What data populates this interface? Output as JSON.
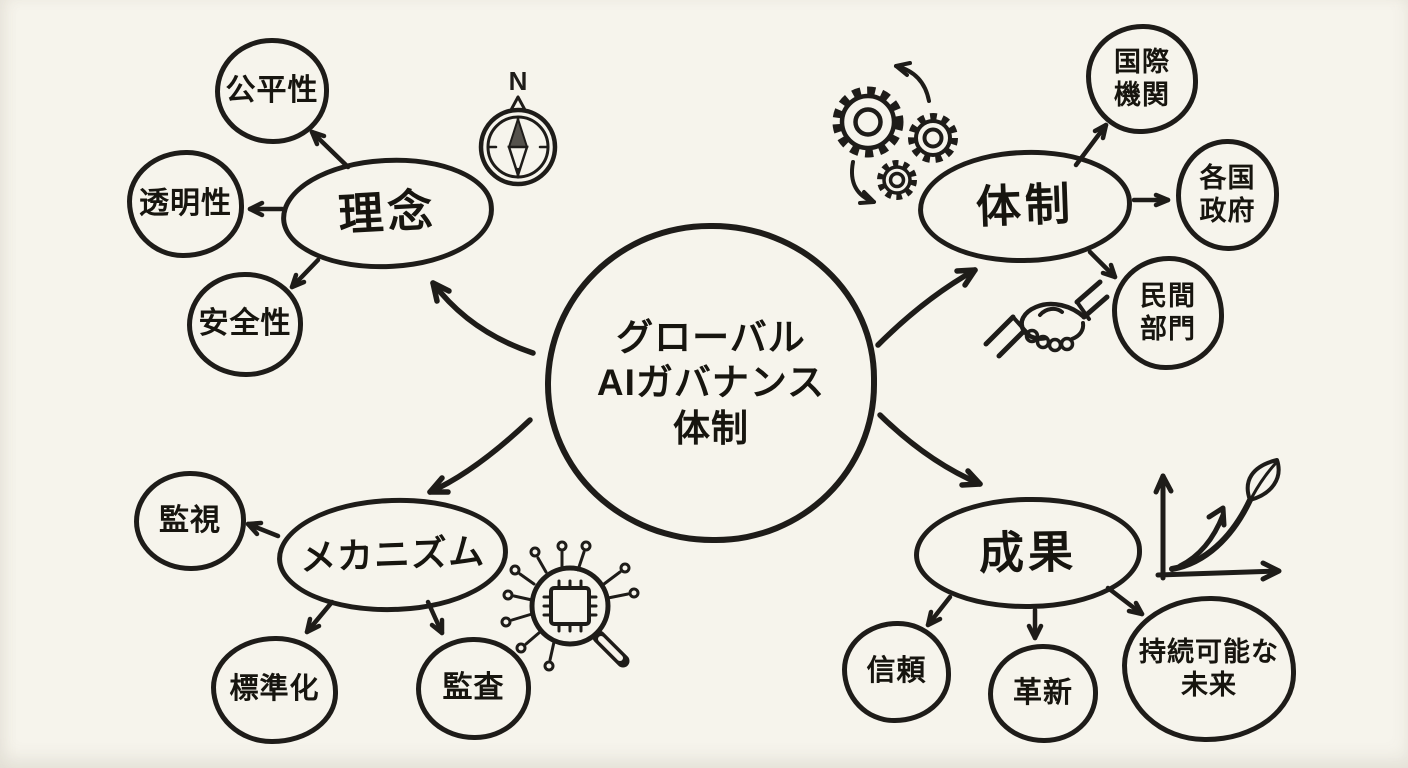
{
  "canvas": {
    "background_color": "#f6f4ec",
    "ink_color": "#1e1c19"
  },
  "center_node": {
    "label": "グローバル\nAIガバナンス\n体制"
  },
  "branches": {
    "principles": {
      "label": "理念",
      "children": {
        "fairness": "公平性",
        "transparency": "透明性",
        "safety": "安全性"
      }
    },
    "structure": {
      "label": "体制",
      "children": {
        "international_organizations": "国際\n機関",
        "national_governments": "各国\n政府",
        "private_sector": "民間\n部門"
      }
    },
    "mechanism": {
      "label": "メカニズム",
      "children": {
        "monitoring": "監視",
        "standardization": "標準化",
        "audit": "監査"
      }
    },
    "outcomes": {
      "label": "成果",
      "children": {
        "trust": "信頼",
        "innovation": "革新",
        "sustainable_future": "持続可能な\n未来"
      }
    }
  },
  "icons": {
    "compass": {
      "name": "compass-icon",
      "label": "N"
    },
    "gears": {
      "name": "gears-icon"
    },
    "handshake": {
      "name": "handshake-icon"
    },
    "circuit_magnifier": {
      "name": "circuit-magnifier-icon"
    },
    "growth_chart": {
      "name": "growth-chart-icon"
    }
  }
}
